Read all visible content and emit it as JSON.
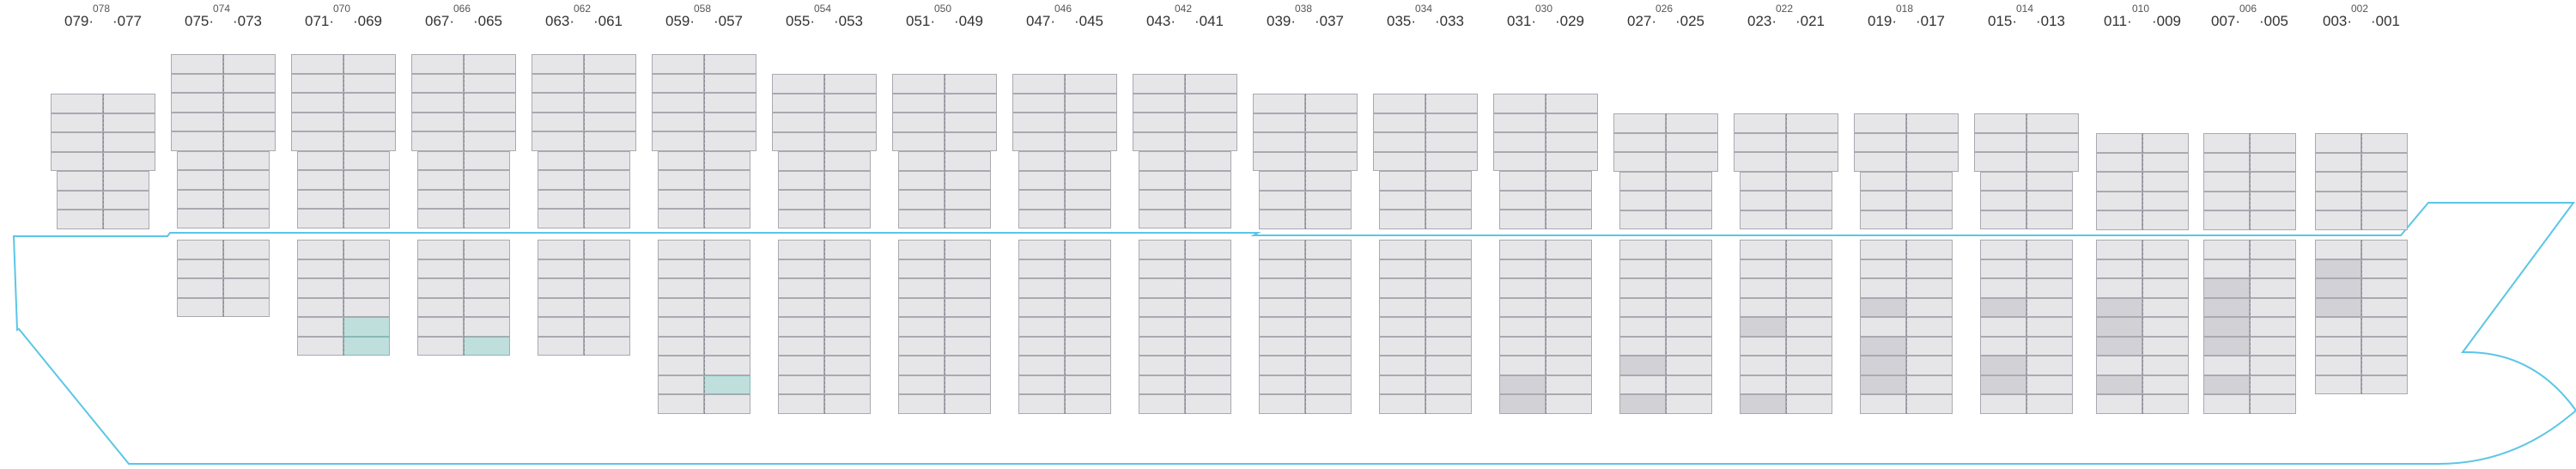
{
  "colors": {
    "hull": "#5bc6e6",
    "slot_empty": "#e6e6e9",
    "slot_border": "#a9a9b1",
    "slot_filled": "#d1d1d6",
    "slot_highlight": "#bfdfdd",
    "slot_highlight_light": "#c8f3ec"
  },
  "bays": [
    {
      "id": "b079",
      "top": "078",
      "left": "079",
      "right": "077"
    },
    {
      "id": "b075",
      "top": "074",
      "left": "075",
      "right": "073"
    },
    {
      "id": "b071",
      "top": "070",
      "left": "071",
      "right": "069"
    },
    {
      "id": "b067",
      "top": "066",
      "left": "067",
      "right": "065"
    },
    {
      "id": "b063",
      "top": "062",
      "left": "063",
      "right": "061"
    },
    {
      "id": "b059",
      "top": "058",
      "left": "059",
      "right": "057"
    },
    {
      "id": "b055",
      "top": "054",
      "left": "055",
      "right": "053"
    },
    {
      "id": "b051",
      "top": "050",
      "left": "051",
      "right": "049"
    },
    {
      "id": "b047",
      "top": "046",
      "left": "047",
      "right": "045"
    },
    {
      "id": "b043",
      "top": "042",
      "left": "043",
      "right": "041"
    },
    {
      "id": "b039",
      "top": "038",
      "left": "039",
      "right": "037"
    },
    {
      "id": "b035",
      "top": "034",
      "left": "035",
      "right": "033"
    },
    {
      "id": "b031",
      "top": "030",
      "left": "031",
      "right": "029"
    },
    {
      "id": "b027",
      "top": "026",
      "left": "027",
      "right": "025"
    },
    {
      "id": "b023",
      "top": "022",
      "left": "023",
      "right": "021"
    },
    {
      "id": "b019",
      "top": "018",
      "left": "019",
      "right": "017"
    },
    {
      "id": "b015",
      "top": "014",
      "left": "015",
      "right": "013"
    },
    {
      "id": "b011",
      "top": "010",
      "left": "011",
      "right": "009"
    },
    {
      "id": "b007",
      "top": "006",
      "left": "007",
      "right": "005"
    },
    {
      "id": "b003",
      "top": "002",
      "left": "003",
      "right": "001"
    }
  ]
}
